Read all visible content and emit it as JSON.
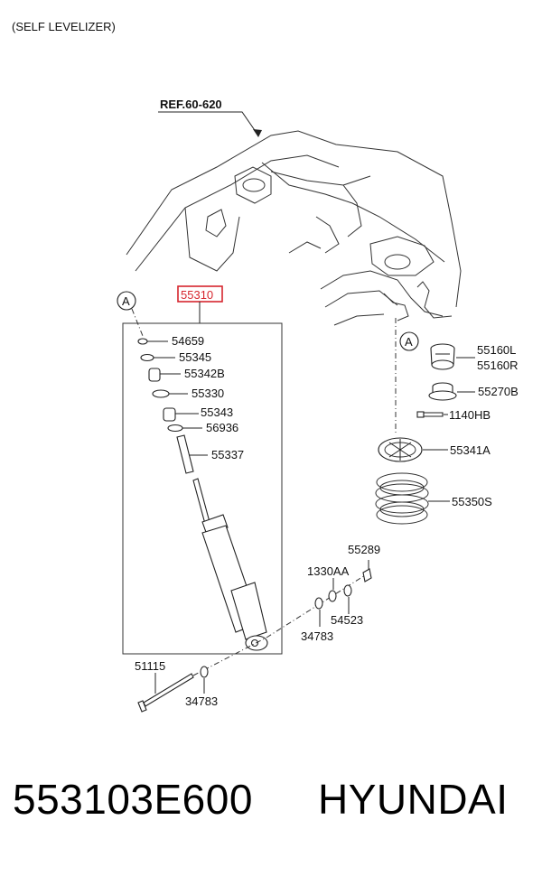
{
  "title": "(SELF LEVELIZER)",
  "ref": "REF.60-620",
  "highlighted_part": "55310",
  "section_marker": "A",
  "callouts": {
    "c54659": "54659",
    "c55345": "55345",
    "c55342b": "55342B",
    "c55330": "55330",
    "c55343": "55343",
    "c56936": "56936",
    "c55337": "55337",
    "c55160l": "55160L",
    "c55160r": "55160R",
    "c55270b": "55270B",
    "c1140hb": "1140HB",
    "c55341a": "55341A",
    "c55350s": "55350S",
    "c55289": "55289",
    "c1330aa": "1330AA",
    "c54523": "54523",
    "c34783a": "34783",
    "c51115": "51115",
    "c34783b": "34783"
  },
  "footer": {
    "part_number": "553103E600",
    "brand": "HYUNDAI"
  },
  "colors": {
    "highlight": "#d6262e",
    "line": "#222222",
    "background": "#ffffff"
  }
}
